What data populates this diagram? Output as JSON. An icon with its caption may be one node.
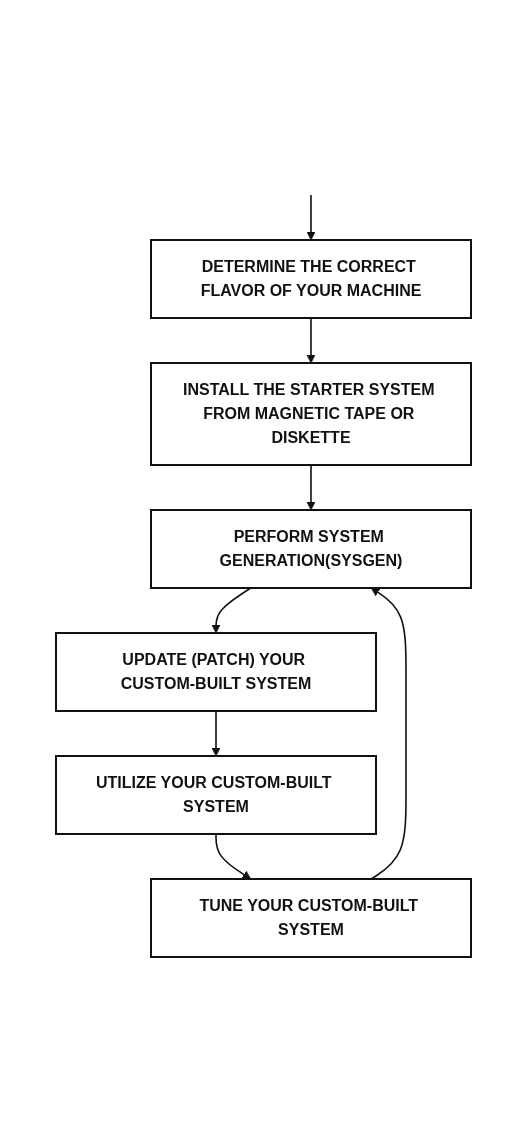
{
  "diagram": {
    "nodes": [
      {
        "text": [
          "DETERMINE THE CORRECT FLAVOR OF YOUR MACHINE"
        ]
      },
      {
        "text": [
          "INSTALL THE STARTER SYSTEM FROM MAGNETIC TAPE OR DISKETTE"
        ]
      },
      {
        "text": [
          "PERFORM SYSTEM GENERATION(SYSGEN)"
        ]
      },
      {
        "text": [
          "UPDATE (PATCH) YOUR CUSTOM-BUILT SYSTEM"
        ]
      },
      {
        "text": [
          "UTILIZE YOUR CUSTOM-BUILT SYSTEM"
        ]
      },
      {
        "text": [
          "TUNE YOUR CUSTOM-BUILT SYSTEM"
        ]
      }
    ],
    "edges": [
      {
        "from": null,
        "to": 0,
        "arrow": "to"
      },
      {
        "from": 0,
        "to": 1,
        "arrow": "to"
      },
      {
        "from": 1,
        "to": 2,
        "arrow": "to"
      },
      {
        "from": 2,
        "to": 3,
        "arrow": "to"
      },
      {
        "from": 3,
        "to": 4,
        "arrow": "to"
      },
      {
        "from": 4,
        "to": 5,
        "arrow": "to"
      },
      {
        "from": 5,
        "to": 2,
        "arrow": "to"
      }
    ]
  }
}
